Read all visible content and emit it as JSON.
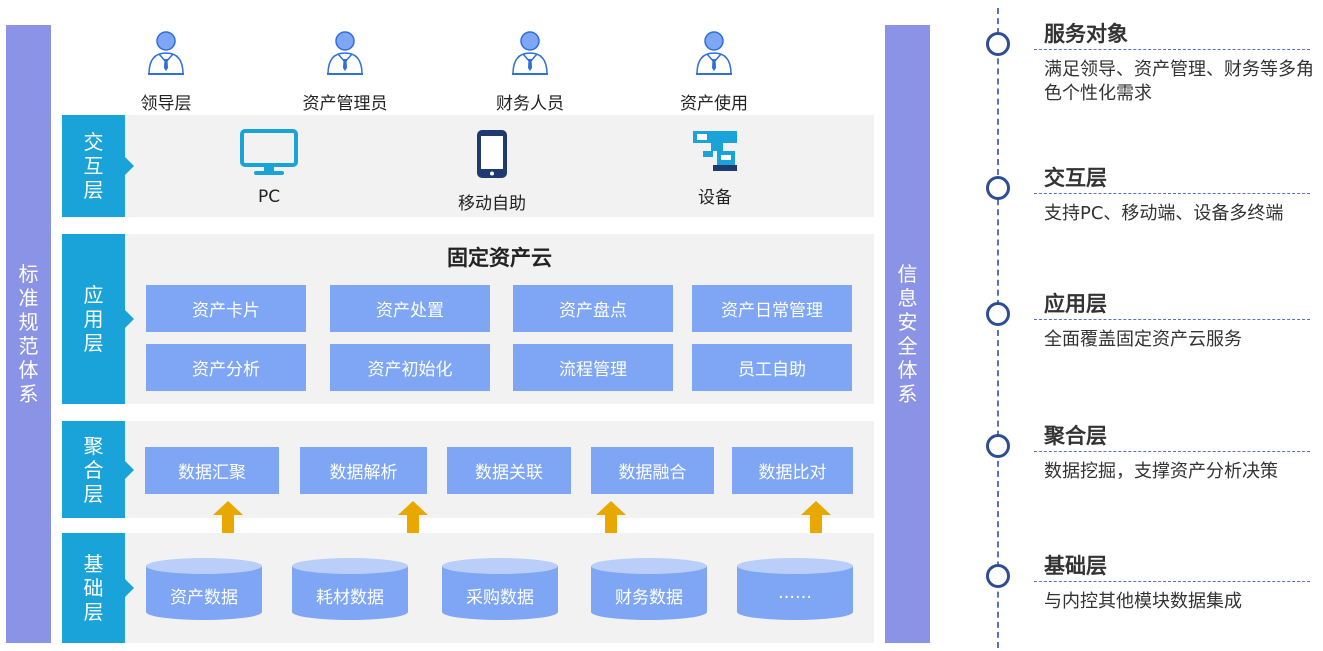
{
  "side_left": [
    "标",
    "准",
    "规",
    "范",
    "体",
    "系"
  ],
  "side_right": [
    "信",
    "息",
    "安",
    "全",
    "体",
    "系"
  ],
  "roles": [
    "领导层",
    "资产管理员",
    "财务人员",
    "资产使用"
  ],
  "layers": {
    "interact": {
      "tag": [
        "交",
        "互",
        "层"
      ],
      "terminals": [
        "PC",
        "移动自助",
        "设备"
      ]
    },
    "app": {
      "tag": [
        "应",
        "用",
        "层"
      ],
      "title": "固定资产云",
      "modules": [
        "资产卡片",
        "资产处置",
        "资产盘点",
        "资产日常管理",
        "资产分析",
        "资产初始化",
        "流程管理",
        "员工自助"
      ]
    },
    "agg": {
      "tag": [
        "聚",
        "合",
        "层"
      ],
      "items": [
        "数据汇聚",
        "数据解析",
        "数据关联",
        "数据融合",
        "数据比对"
      ]
    },
    "base": {
      "tag": [
        "基",
        "础",
        "层"
      ],
      "stores": [
        "资产数据",
        "耗材数据",
        "采购数据",
        "财务数据",
        "……"
      ]
    }
  },
  "timeline": [
    {
      "title": "服务对象",
      "desc": "满足领导、资产管理、财务等多角色个性化需求"
    },
    {
      "title": "交互层",
      "desc": "支持PC、移动端、设备多终端"
    },
    {
      "title": "应用层",
      "desc": "全面覆盖固定资产云服务"
    },
    {
      "title": "聚合层",
      "desc": "数据挖掘，支撑资产分析决策"
    },
    {
      "title": "基础层",
      "desc": "与内控其他模块数据集成"
    }
  ],
  "colors": {
    "side_bar": "#8b93e6",
    "layer_tag": "#1aa3d8",
    "module": "#7ea6f5",
    "arrow": "#e8a800",
    "timeline": "#2e4e93"
  }
}
